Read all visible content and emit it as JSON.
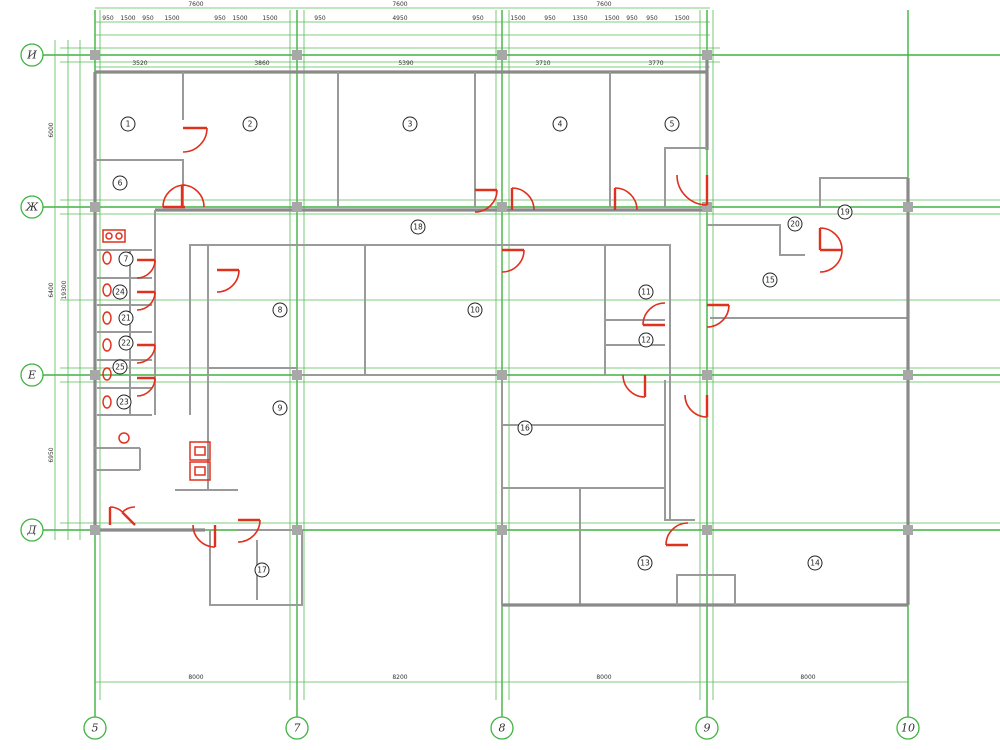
{
  "axes": {
    "vertical": [
      "5",
      "7",
      "8",
      "9",
      "10"
    ],
    "horizontal": [
      "И",
      "Ж",
      "Е",
      "Д"
    ]
  },
  "rooms": [
    "1",
    "2",
    "3",
    "4",
    "5",
    "6",
    "7",
    "8",
    "9",
    "10",
    "11",
    "12",
    "13",
    "14",
    "15",
    "16",
    "17",
    "18",
    "19",
    "20",
    "21",
    "22",
    "23",
    "24",
    "25"
  ],
  "dimensions": {
    "top_spans": [
      "7600",
      "7600",
      "7600"
    ],
    "top_segments": [
      "950",
      "1500",
      "950",
      "1500",
      "950",
      "1500",
      "1500",
      "950",
      "4950",
      "950",
      "1500",
      "950",
      "1350",
      "1500",
      "950",
      "950",
      "1500"
    ],
    "top_rooms": [
      "3520",
      "3860",
      "5390",
      "3710",
      "3770"
    ],
    "bottom_spans": [
      "8000",
      "8200",
      "8000",
      "8000"
    ],
    "left_spans": [
      "6000",
      "6400",
      "6950"
    ],
    "left_total": "19300"
  },
  "colors": {
    "grid": "#3fb33f",
    "wall": "#8a8a8a",
    "door": "#e0301e"
  }
}
